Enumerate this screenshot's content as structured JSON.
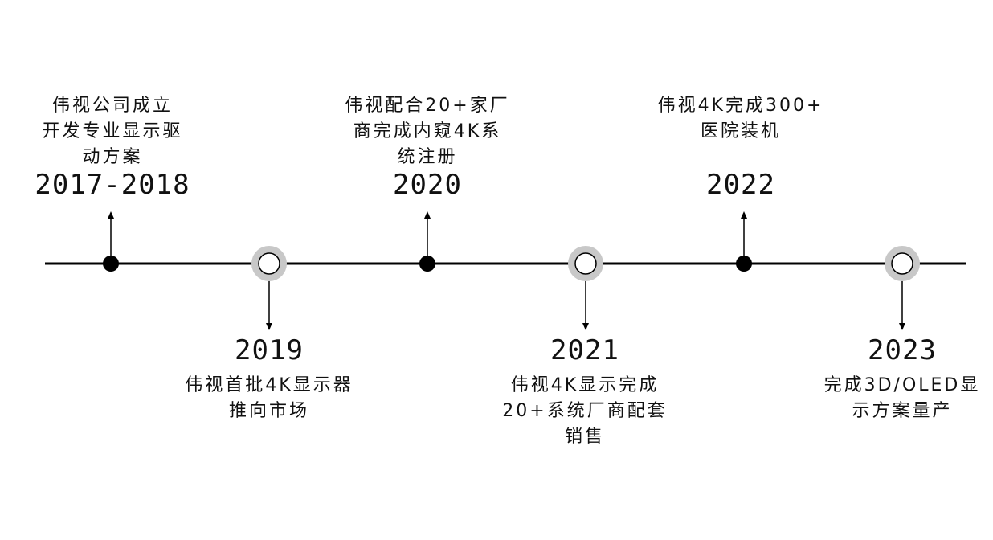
{
  "style": {
    "line_color": "#000000",
    "dot_color": "#000000",
    "ring_color": "#c8c8c8",
    "ring_fill": "#ffffff",
    "text_color": "#111111"
  },
  "events": [
    {
      "year": "2017-2018",
      "position": "above",
      "marker": "filled-dot",
      "lines": [
        "伟视公司成立",
        "开发专业显示驱",
        "动方案"
      ]
    },
    {
      "year": "2019",
      "position": "below",
      "marker": "hollow-ring",
      "lines": [
        "伟视首批4K显示器",
        "推向市场"
      ]
    },
    {
      "year": "2020",
      "position": "above",
      "marker": "filled-dot",
      "lines": [
        "伟视配合20+家厂",
        "商完成内窥4K系",
        "统注册"
      ]
    },
    {
      "year": "2021",
      "position": "below",
      "marker": "hollow-ring",
      "lines": [
        "伟视4K显示完成",
        "20+系统厂商配套",
        "销售"
      ]
    },
    {
      "year": "2022",
      "position": "above",
      "marker": "filled-dot",
      "lines": [
        "伟视4K完成300+",
        "医院装机"
      ]
    },
    {
      "year": "2023",
      "position": "below",
      "marker": "hollow-ring",
      "lines": [
        "完成3D/OLED显",
        "示方案量产"
      ]
    }
  ]
}
